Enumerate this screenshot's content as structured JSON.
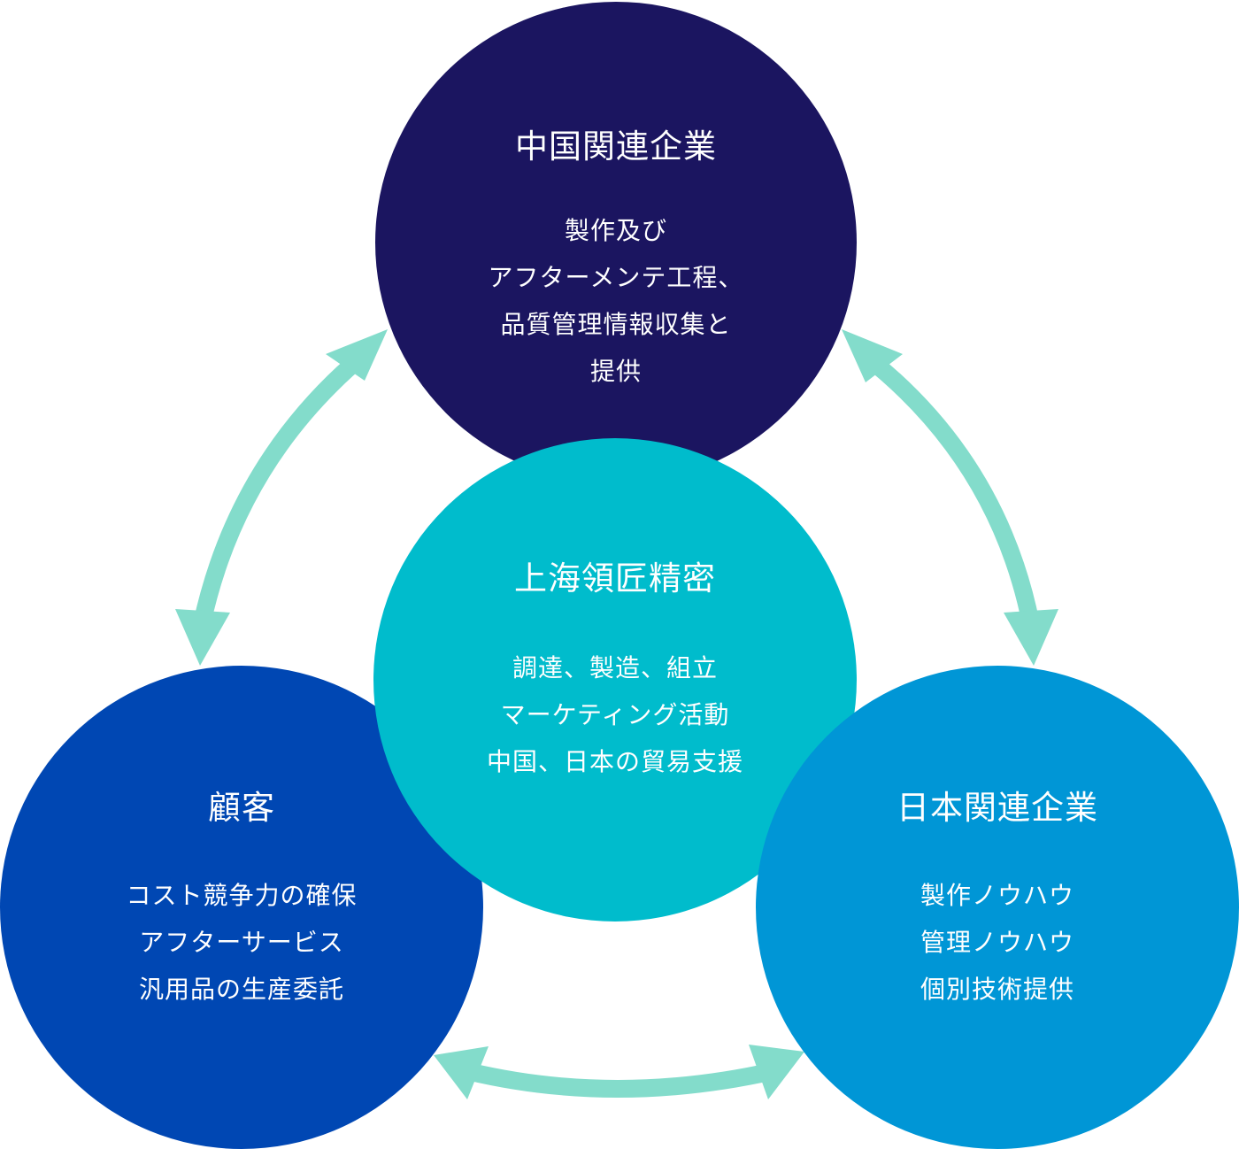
{
  "colors": {
    "arrow": "#83DCCB",
    "china": "#1B1560",
    "center": "#00BCCC",
    "customer": "#0047B3",
    "japan": "#0096D6",
    "text": "#FFFFFF"
  },
  "nodes": {
    "china": {
      "title": "中国関連企業",
      "lines": [
        "製作及び",
        "アフターメンテ工程、",
        "品質管理情報収集と",
        "提供"
      ]
    },
    "center": {
      "title": "上海領匠精密",
      "lines": [
        "調達、製造、組立",
        "マーケティング活動",
        "中国、日本の貿易支援"
      ]
    },
    "customer": {
      "title": "顧客",
      "lines": [
        "コスト競争力の確保",
        "アフターサービス",
        "汎用品の生産委託"
      ]
    },
    "japan": {
      "title": "日本関連企業",
      "lines": [
        "製作ノウハウ",
        "管理ノウハウ",
        "個別技術提供"
      ]
    }
  }
}
